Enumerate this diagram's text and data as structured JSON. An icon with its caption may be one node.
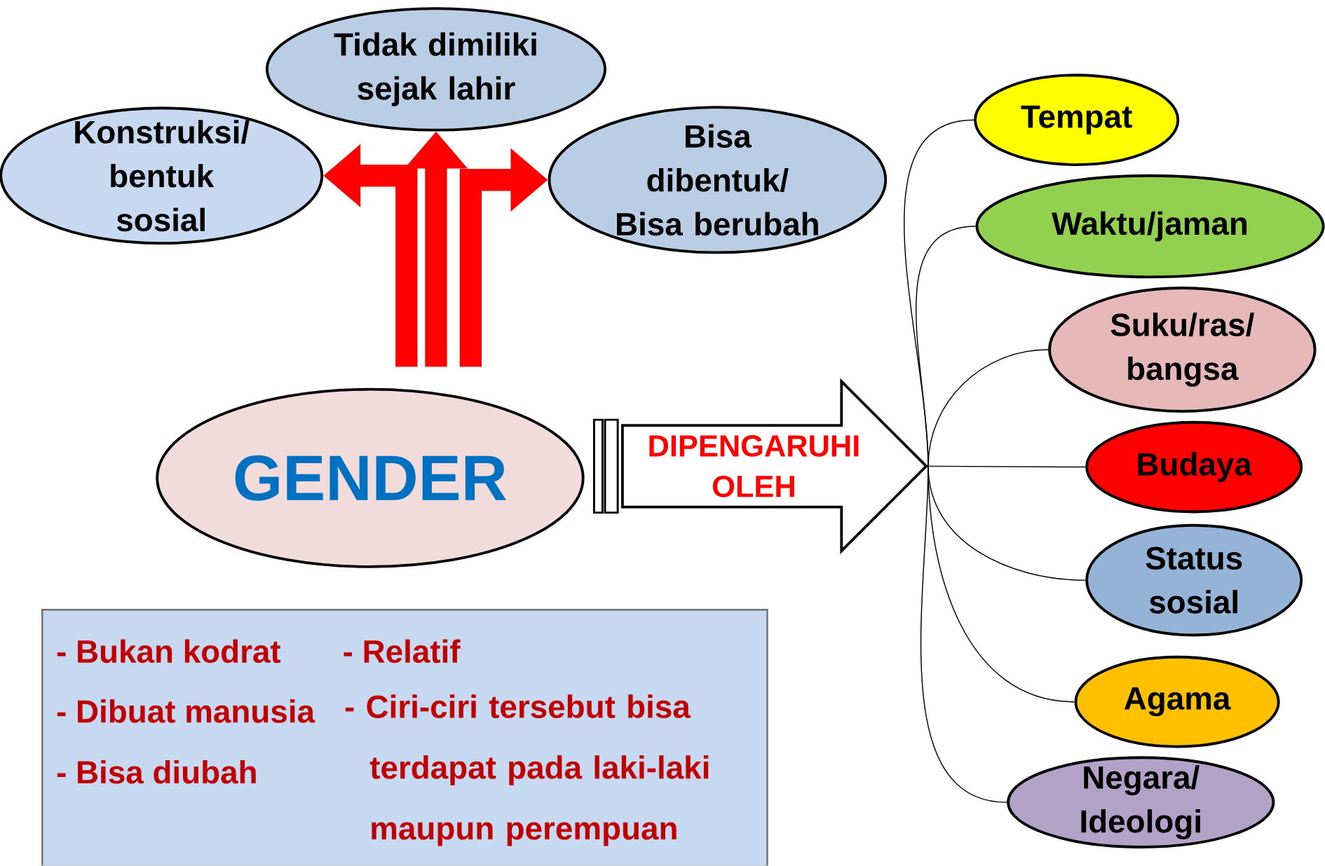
{
  "diagram": {
    "nodes": [
      {
        "text": [
          "GENDER"
        ]
      },
      {
        "text": [
          "Konstruksi/ bentuk sosial"
        ]
      },
      {
        "text": [
          "Tidak dimiliki sejak lahir"
        ]
      },
      {
        "text": [
          "Bisa dibentuk/ Bisa berubah"
        ]
      },
      {
        "text": [
          "DIPENGARUHI OLEH"
        ]
      },
      {
        "text": [
          "Tempat"
        ]
      },
      {
        "text": [
          "Waktu/jaman"
        ]
      },
      {
        "text": [
          "Suku/ras/ bangsa"
        ]
      },
      {
        "text": [
          "Budaya"
        ]
      },
      {
        "text": [
          "Status sosial"
        ]
      },
      {
        "text": [
          "Agama"
        ]
      },
      {
        "text": [
          "Negara/ Ideologi"
        ]
      },
      {
        "text": [
          "- Bukan kodrat",
          "- Dibuat manusia",
          "- Bisa diubah",
          "- Relatif",
          "- Ciri-ciri tersebut bisa terdapat pada laki-laki maupun perempuan"
        ]
      }
    ],
    "edges": [
      {
        "from": 0,
        "to": 1,
        "arrow": "to",
        "style": "thick",
        "color": "#ff0000"
      },
      {
        "from": 0,
        "to": 2,
        "arrow": "to",
        "style": "thick",
        "color": "#ff0000"
      },
      {
        "from": 0,
        "to": 3,
        "arrow": "to",
        "style": "thick",
        "color": "#ff0000"
      },
      {
        "from": 4,
        "to": 5,
        "arrow": "none"
      },
      {
        "from": 4,
        "to": 6,
        "arrow": "none"
      },
      {
        "from": 4,
        "to": 7,
        "arrow": "none"
      },
      {
        "from": 4,
        "to": 8,
        "arrow": "none"
      },
      {
        "from": 4,
        "to": 9,
        "arrow": "none"
      },
      {
        "from": 4,
        "to": 10,
        "arrow": "none"
      },
      {
        "from": 4,
        "to": 11,
        "arrow": "none"
      }
    ]
  }
}
